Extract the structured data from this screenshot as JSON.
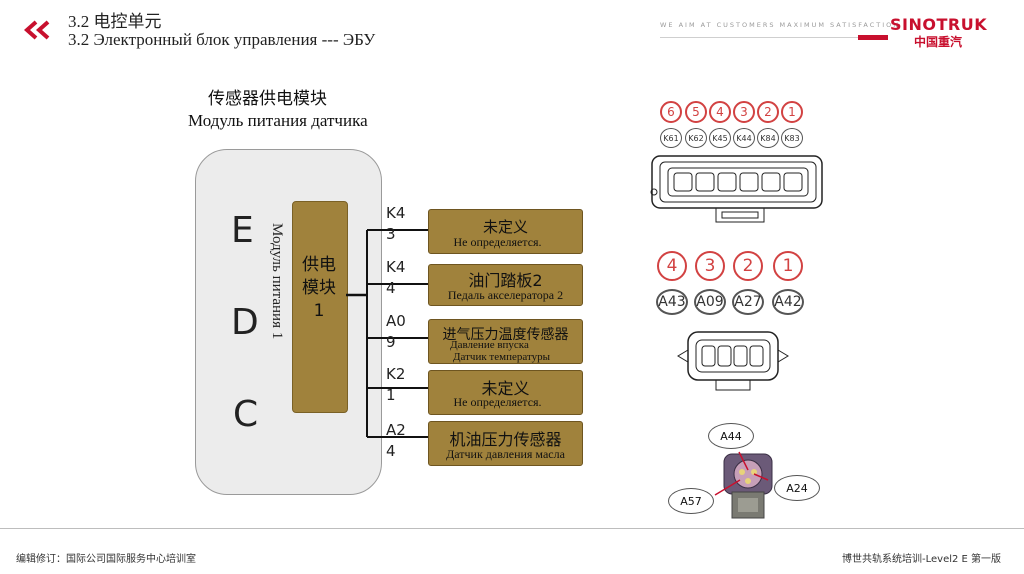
{
  "header": {
    "title_cn": "3.2 电控单元",
    "title_ru": "3.2 Электронный блок управления --- ЭБУ",
    "slogan": "WE  AIM  AT CUSTOMERS  MAXIMUM  SATISFACTION",
    "logo_en": "SINOTRUK",
    "logo_cn": "中国重汽",
    "accent_color": "#c8102e"
  },
  "module": {
    "caption_cn": "传感器供电模块",
    "caption_ru": "Модуль питания датчика",
    "edc_letters": [
      "E",
      "D",
      "C"
    ],
    "vertical_ru": "Модуль питания 1",
    "supply_label": "供电模块1"
  },
  "pins": [
    "K43",
    "K44",
    "A09",
    "K21",
    "A24"
  ],
  "sensors": [
    {
      "cn": "未定义",
      "ru": "Не определяется."
    },
    {
      "cn": "油门踏板2",
      "ru": "Педаль акселератора 2"
    },
    {
      "cn": "进气压力温度传感器",
      "ru1": "Давление впуска",
      "ru2": "Датчик температуры"
    },
    {
      "cn": "未定义",
      "ru": "Не определяется."
    },
    {
      "cn": "机油压力传感器",
      "ru": "Датчик давления масла"
    }
  ],
  "connector1": {
    "numbers": [
      "6",
      "5",
      "4",
      "3",
      "2",
      "1"
    ],
    "codes": [
      "K61",
      "K62",
      "K45",
      "K44",
      "K84",
      "K83"
    ]
  },
  "connector2": {
    "numbers": [
      "4",
      "3",
      "2",
      "1"
    ],
    "codes": [
      "A43",
      "A09",
      "A27",
      "A42"
    ]
  },
  "oil_sensor": {
    "labels": [
      "A44",
      "A24",
      "A57"
    ]
  },
  "footer": {
    "left": "编辑修订：国际公司国际服务中心培训室",
    "right": "博世共轨系统培训-Level2 E   第一版"
  }
}
